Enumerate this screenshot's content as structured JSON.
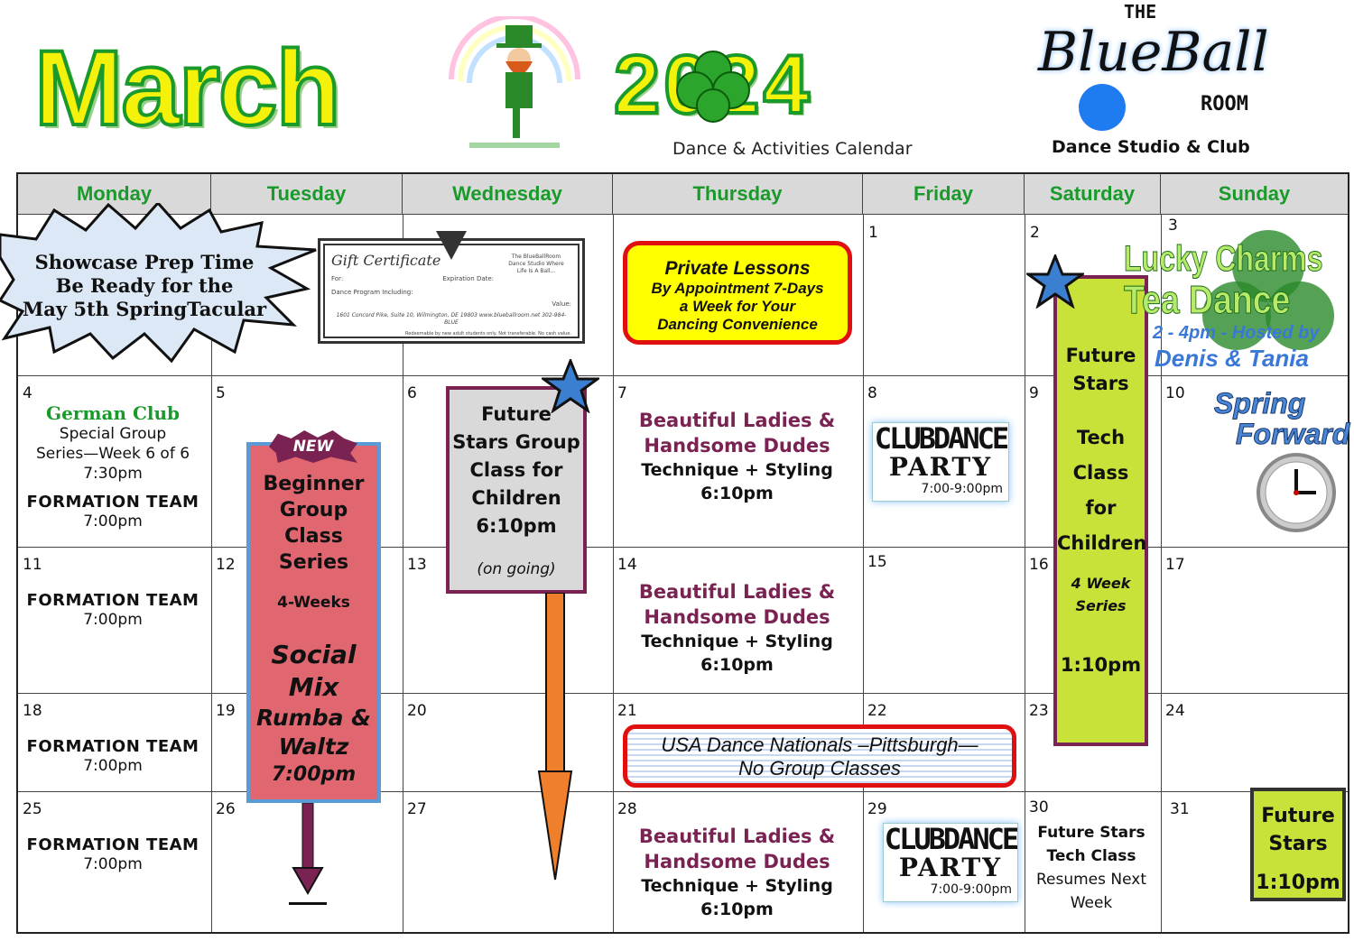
{
  "header": {
    "month": "March",
    "year": "2024",
    "subtitle": "Dance & Activities Calendar",
    "logo": {
      "the": "THE",
      "name": "BlueBall",
      "room": "ROOM",
      "tagline": "Dance Studio & Club"
    }
  },
  "days": [
    "Monday",
    "Tuesday",
    "Wednesday",
    "Thursday",
    "Friday",
    "Saturday",
    "Sunday"
  ],
  "dates": [
    "1",
    "2",
    "3",
    "4",
    "5",
    "6",
    "7",
    "8",
    "9",
    "10",
    "11",
    "12",
    "13",
    "14",
    "15",
    "16",
    "17",
    "18",
    "19",
    "20",
    "21",
    "22",
    "23",
    "24",
    "25",
    "26",
    "27",
    "28",
    "29",
    "30",
    "31"
  ],
  "showcase": [
    "Showcase Prep Time",
    "Be Ready for the",
    "May 5th SpringTacular"
  ],
  "gift": {
    "title": "Gift Certificate",
    "for": "For:",
    "expiration": "Expiration Date:",
    "program": "Dance Program Including:",
    "value": "Value:",
    "address": "1601 Concord Pike, Suite 10, Wilmington, DE 19803   www.blueballroom.net   302-984-BLUE",
    "studio": "The BlueBallRoom Dance Studio Where Life Is A Ball...",
    "fine": "Redeemable by new adult students only.  Not transferable.  No cash value."
  },
  "private": {
    "title": "Private Lessons",
    "l1": "By Appointment 7-Days",
    "l2": "a Week for Your",
    "l3": "Dancing Convenience"
  },
  "german": {
    "title": "German Club",
    "l1": "Special Group",
    "l2": "Series—Week 6 of 6",
    "l3": "7:30pm"
  },
  "formation": {
    "label": "FORMATION TEAM",
    "time": "7:00pm"
  },
  "beginner": {
    "badge": "NEW",
    "l1": "Beginner",
    "l2": "Group Class",
    "l3": "Series",
    "weeks": "4-Weeks",
    "s1": "Social",
    "s2": "Mix",
    "s3": "Rumba &",
    "s4": "Waltz",
    "time": "7:00pm"
  },
  "futureGroup": {
    "l1": "Future",
    "l2": "Stars Group",
    "l3": "Class for",
    "l4": "Children",
    "time": "6:10pm",
    "note": "(on going)"
  },
  "beautiful": {
    "l1": "Beautiful Ladies &",
    "l2": "Handsome Dudes",
    "l3": "Technique + Styling",
    "time": "6:10pm"
  },
  "clubdance": {
    "l1": "CLUBDANCE",
    "l2": "PARTY",
    "time": "7:00-9:00pm"
  },
  "futureTech": {
    "l1": "Future",
    "l2": "Stars",
    "l3": "Tech",
    "l4": "Class for",
    "l5": "Children",
    "series1": "4 Week",
    "series2": "Series",
    "time": "1:10pm"
  },
  "lucky": {
    "l1": "Lucky Charms",
    "l2": "Tea Dance",
    "l3": "2 - 4pm - Hosted by",
    "l4": "Denis & Tania"
  },
  "spring": {
    "l1": "Spring",
    "l2": "Forward"
  },
  "usa": {
    "l1": "USA Dance Nationals –Pittsburgh—",
    "l2": "No Group Classes"
  },
  "sat30": {
    "l1": "Future  Stars",
    "l2": "Tech Class",
    "l3": "Resumes Next",
    "l4": "Week"
  },
  "sun31": {
    "l1": "Future",
    "l2": "Stars",
    "time": "1:10pm"
  },
  "colors": {
    "green": "#1a9a2a",
    "yellow": "#f4f10a",
    "maroon": "#7a2353",
    "red": "#e01010",
    "pink": "#e06670",
    "lime": "#c9e23a",
    "blue": "#1f7bf0"
  }
}
